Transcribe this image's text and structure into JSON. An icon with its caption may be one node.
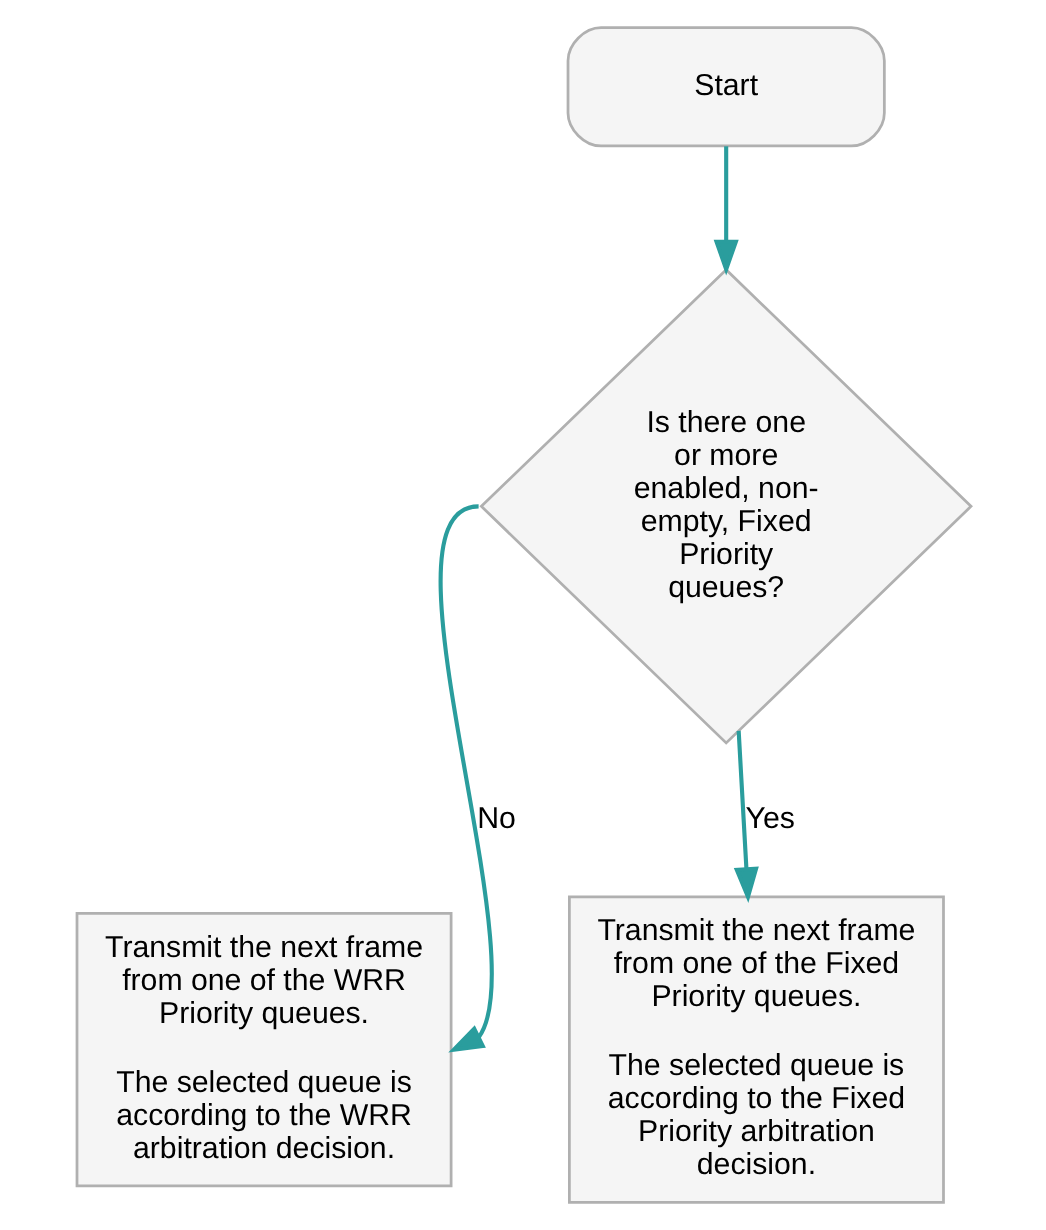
{
  "diagram": {
    "nodes": [
      {
        "text": [
          "Start"
        ]
      },
      {
        "text": [
          "Is there one or more enabled, non-empty, Fixed Priority queues?"
        ]
      },
      {
        "text": [
          "Transmit the next frame from one of the WRR Priority queues.",
          "The selected queue is according to the WRR arbitration decision."
        ]
      },
      {
        "text": [
          "Transmit the next frame from one of the Fixed Priority queues.",
          "The selected queue is according to the Fixed Priority arbitration decision."
        ]
      }
    ],
    "edges": [
      {
        "from": 0,
        "to": 1,
        "arrow": "to"
      },
      {
        "from": 1,
        "to": 2,
        "arrow": "to",
        "label": "No"
      },
      {
        "from": 1,
        "to": 3,
        "arrow": "to",
        "label": "Yes"
      }
    ]
  }
}
